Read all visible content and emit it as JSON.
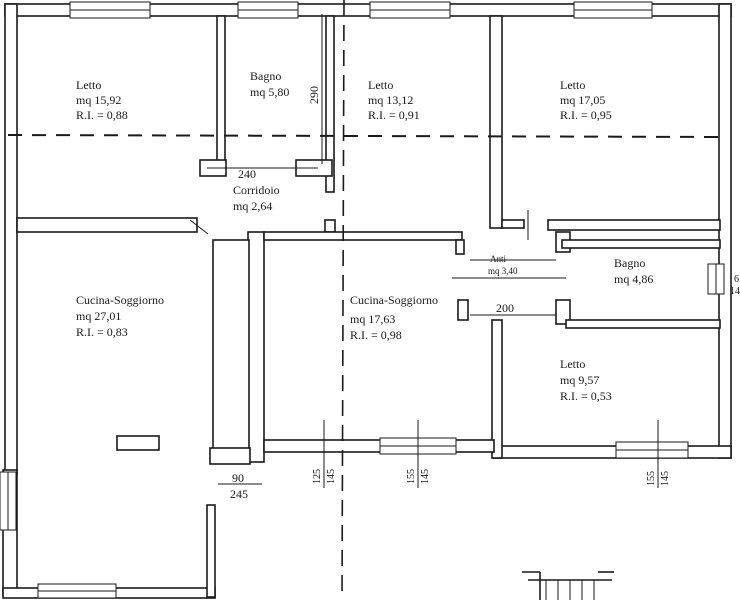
{
  "rooms": {
    "letto_1": {
      "name": "Letto",
      "area": "mq 15,92",
      "ri": "R.I. = 0,88"
    },
    "bagno_1": {
      "name": "Bagno",
      "area": "mq 5,80"
    },
    "letto_2": {
      "name": "Letto",
      "area": "mq 13,12",
      "ri": "R.I. = 0,91"
    },
    "letto_3": {
      "name": "Letto",
      "area": "mq 17,05",
      "ri": "R.I. = 0,95"
    },
    "corridoio": {
      "name": "Corridoio",
      "area": "mq 2,64"
    },
    "cucina_1": {
      "name": "Cucina-Soggiorno",
      "area": "mq 27,01",
      "ri": "R.I. = 0,83"
    },
    "cucina_2": {
      "name": "Cucina-Soggiorno",
      "area": "mq 17,63",
      "ri": "R.I. = 0,98"
    },
    "anti": {
      "name": "Anti",
      "area": "mq 3,40"
    },
    "bagno_2": {
      "name": "Bagno",
      "area": "mq 4,86"
    },
    "letto_4": {
      "name": "Letto",
      "area": "mq 9,57",
      "ri": "R.I. = 0,53"
    }
  },
  "dimensions": {
    "d240": "240",
    "d290": "290",
    "d200": "200",
    "d90": "90",
    "d245": "245",
    "d125": "125",
    "d145a": "145",
    "d155a": "155",
    "d145b": "145",
    "d155b": "155",
    "d145c": "145",
    "edge_top": "6",
    "edge_bottom": "14"
  }
}
